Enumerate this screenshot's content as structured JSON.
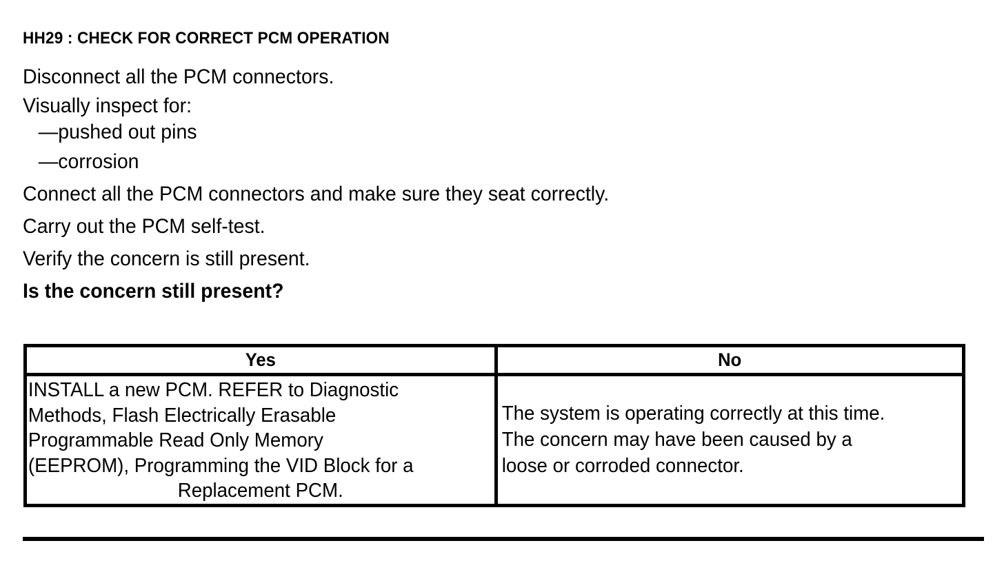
{
  "heading": "HH29 : CHECK FOR CORRECT PCM OPERATION",
  "steps": [
    {
      "text": "Disconnect all the PCM connectors.",
      "style": "normal"
    },
    {
      "text": "Visually inspect for:",
      "style": "normal"
    },
    {
      "text": "—pushed out pins",
      "style": "bullet"
    },
    {
      "text": "—corrosion",
      "style": "bullet"
    },
    {
      "text": "Connect all the PCM connectors and make sure they seat correctly.",
      "style": "normal"
    },
    {
      "text": "Carry out the PCM self-test.",
      "style": "normal"
    },
    {
      "text": "Verify the concern is still present.",
      "style": "normal"
    },
    {
      "text": "Is the concern still present?",
      "style": "bold"
    }
  ],
  "step_lines": {
    "line1": "Disconnect all the PCM connectors.",
    "line2": "Visually inspect for:",
    "line3": "—pushed out pins",
    "line4": "—corrosion",
    "line5": "Connect all the PCM connectors and make sure they seat correctly.",
    "line6": "Carry out the PCM self-test.",
    "line7": "Verify the concern is still present.",
    "line8": "Is the concern still present?"
  },
  "decision_table": {
    "headers": {
      "yes": "Yes",
      "no": "No"
    },
    "cells": {
      "yes_body": "INSTALL a new PCM. REFER to Diagnostic\nMethods, Flash Electrically Erasable\nProgrammable Read Only Memory\n(EEPROM), Programming the VID Block for a",
      "yes_last_line": "Replacement PCM.",
      "yes_full": "INSTALL a new PCM. REFER to Diagnostic Methods, Flash Electrically Erasable Programmable Read Only Memory (EEPROM), Programming the VID Block for a Replacement PCM.",
      "no_body": "The system is operating correctly at this time.\nThe concern may have been caused by a\nloose or corroded connector."
    }
  },
  "colors": {
    "text": "#000000",
    "background": "#ffffff",
    "border": "#000000"
  }
}
